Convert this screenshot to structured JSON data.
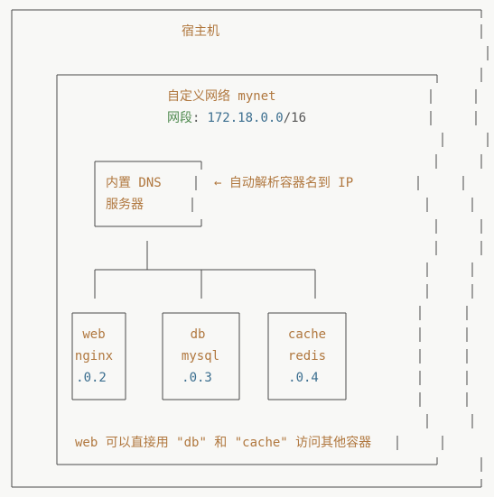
{
  "host": {
    "title": "宿主机"
  },
  "network": {
    "title": "自定义网络 mynet",
    "subnet_label": "网段",
    "subnet_colon": ":",
    "subnet_value": "172.18.0.0",
    "subnet_suffix": "/16"
  },
  "dns": {
    "line1": "内置 DNS",
    "line2": "服务器",
    "note": "← 自动解析容器名到 IP"
  },
  "containers": [
    {
      "name": "web",
      "image": "nginx",
      "ip": ".0.2"
    },
    {
      "name": "db",
      "image": "mysql",
      "ip": ".0.3"
    },
    {
      "name": "cache",
      "image": "redis",
      "ip": ".0.4"
    }
  ],
  "footer": {
    "prefix": "web 可以直接用 ",
    "q1": "\"db\"",
    "mid": " 和 ",
    "q2": "\"cache\"",
    "suffix": " 访问其他容器"
  },
  "colors": {
    "text_orange": "#b0773e",
    "text_green": "#4f8a4f",
    "text_blue": "#3b6e8f",
    "lines": "#4a4a4a",
    "background": "#f8f8f6"
  }
}
